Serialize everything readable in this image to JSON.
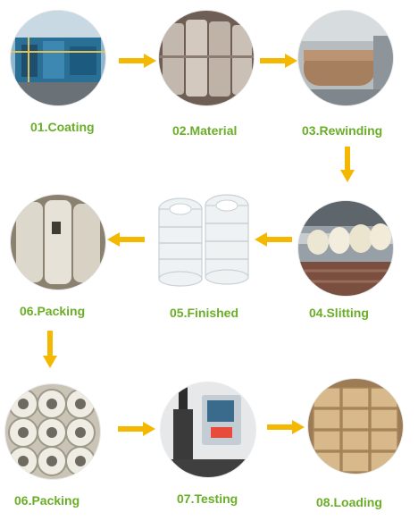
{
  "steps": [
    {
      "label": "01.Coating",
      "photo": "coating-machine-photo"
    },
    {
      "label": "02.Material",
      "photo": "material-rolls-photo"
    },
    {
      "label": "03.Rewinding",
      "photo": "rewinding-machine-photo"
    },
    {
      "label": "04.Slitting",
      "photo": "slitting-machine-photo"
    },
    {
      "label": "05.Finished",
      "photo": "finished-tape-rolls-photo"
    },
    {
      "label": "06.Packing",
      "photo": "packed-rolls-photo"
    },
    {
      "label": "06.Packing",
      "photo": "wrapped-rolls-photo"
    },
    {
      "label": "07.Testing",
      "photo": "testing-machine-photo"
    },
    {
      "label": "08.Loading",
      "photo": "loading-cartons-photo"
    }
  ],
  "colors": {
    "label": "#6aae28",
    "arrow": "#f5b800"
  }
}
